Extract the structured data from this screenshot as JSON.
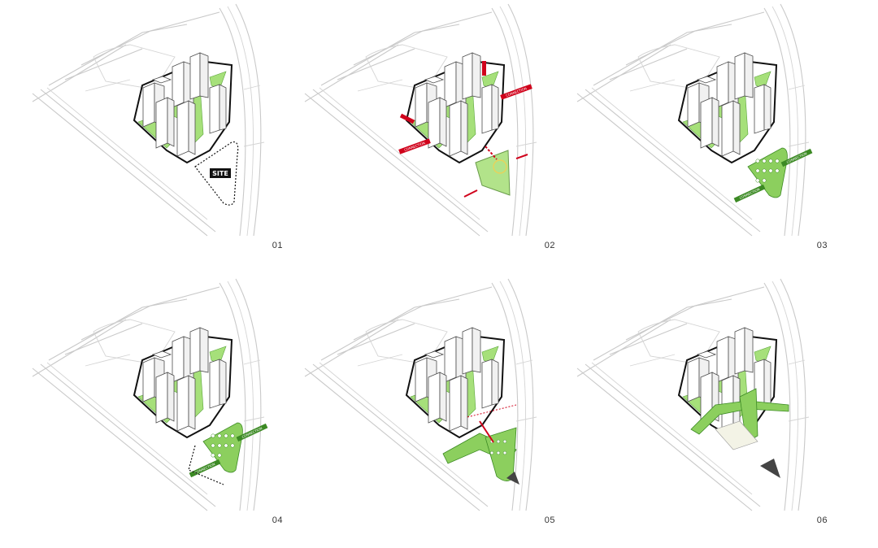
{
  "panels": [
    {
      "id": "01",
      "label": "01",
      "site_label": "SITE"
    },
    {
      "id": "02",
      "label": "02",
      "tag_text": "CONNECTION"
    },
    {
      "id": "03",
      "label": "03",
      "tag_text": "CONNECTION"
    },
    {
      "id": "04",
      "label": "04",
      "tag_text": "CONNECTION"
    },
    {
      "id": "05",
      "label": "05"
    },
    {
      "id": "06",
      "label": "06"
    }
  ],
  "colors": {
    "green": "#a6e07a",
    "green_dark": "#3c8a24",
    "red": "#d0021b",
    "road": "#c9c9c9",
    "outline": "#111111"
  }
}
